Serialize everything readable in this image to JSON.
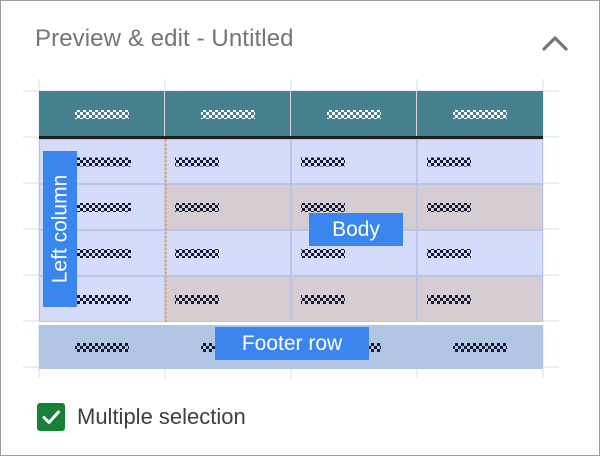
{
  "panel": {
    "title": "Preview & edit - Untitled",
    "collapse_icon": "chevron-up-icon"
  },
  "preview": {
    "columns": 4,
    "body_rows": 4,
    "placeholder_icon": "checker-placeholder-icon",
    "labels": {
      "left_column": "Left column",
      "body": "Body",
      "footer_row": "Footer row"
    },
    "colors": {
      "header_fill": "#45818e",
      "body_fill": "#d4dcf9",
      "alternate_fill": "#d5cdd2",
      "footer_fill": "#b1c5e5",
      "label_fill": "#3b86ee",
      "divider_dotted": "#f4a03b"
    }
  },
  "options": {
    "multiple_selection_label": "Multiple selection",
    "multiple_selection_checked": true,
    "checkbox_color": "#188038"
  }
}
